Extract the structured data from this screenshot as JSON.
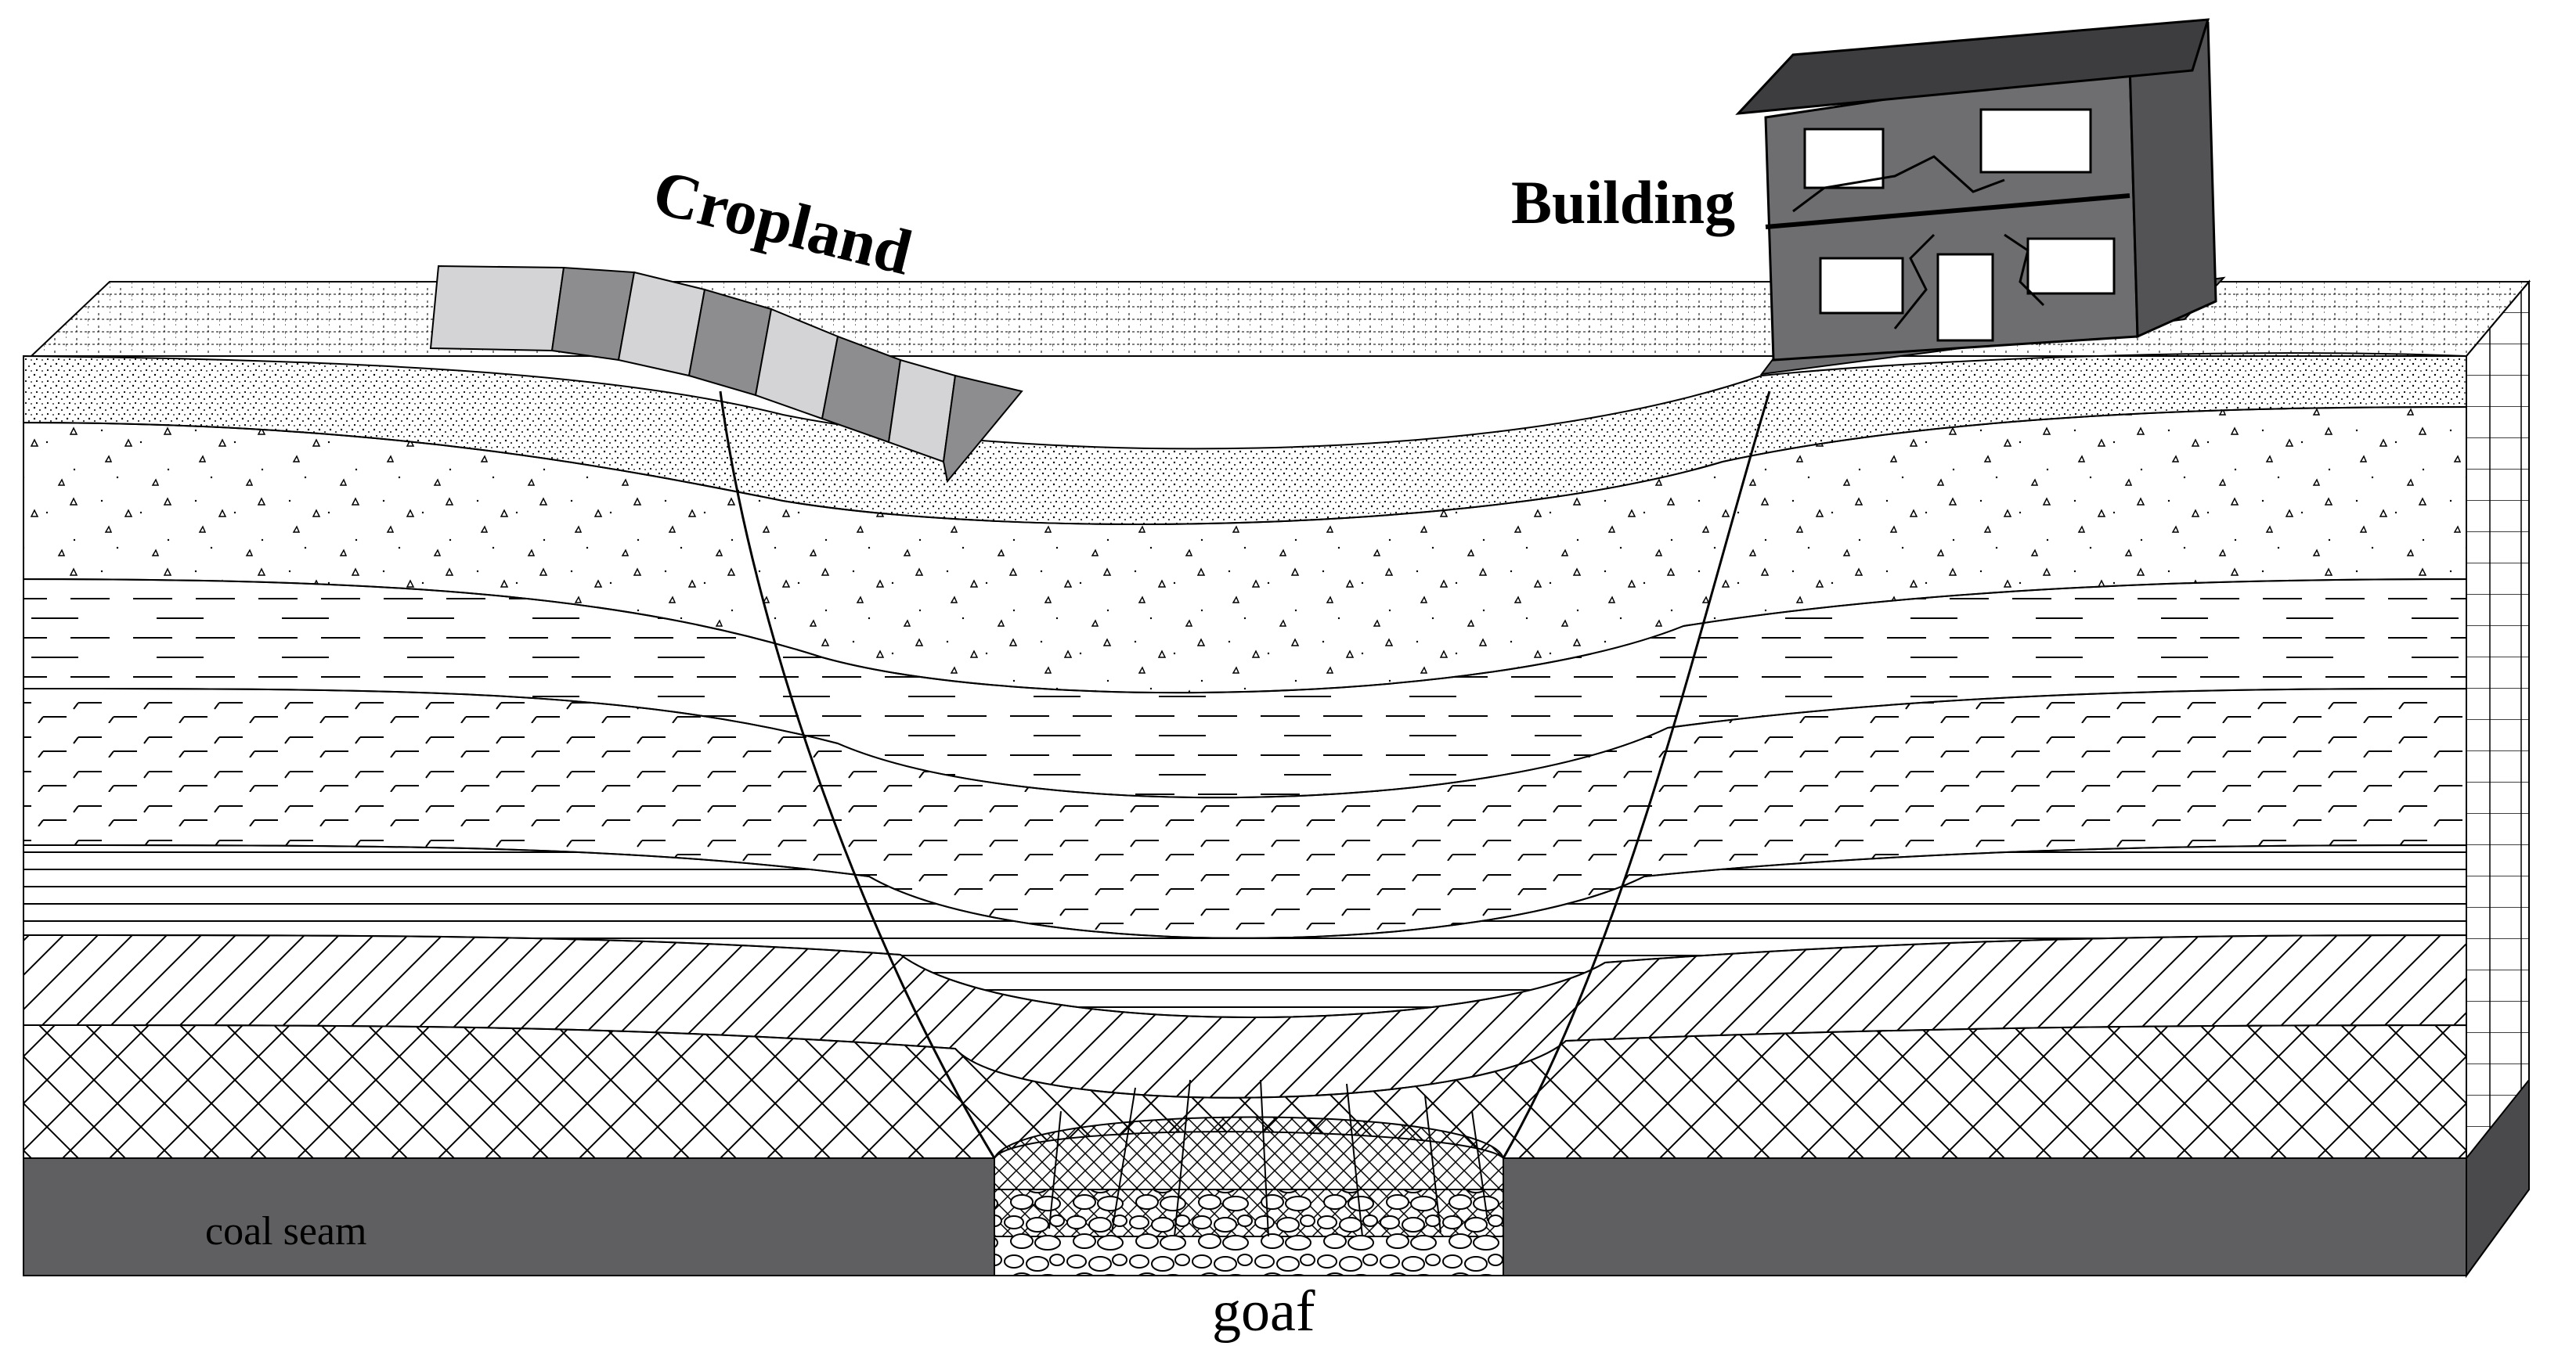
{
  "labels": {
    "cropland": "Cropland",
    "building": "Building",
    "coal_seam": "coal seam",
    "goaf": "goaf"
  },
  "colors": {
    "coal": "#5f5f61",
    "coal_side": "#4a4a4c",
    "house_wall": "#6e6e70",
    "house_roof": "#3d3d3f",
    "house_side": "#535355",
    "crop_light": "#d4d4d6",
    "crop_dark": "#8d8d8f",
    "outline": "#000000"
  }
}
